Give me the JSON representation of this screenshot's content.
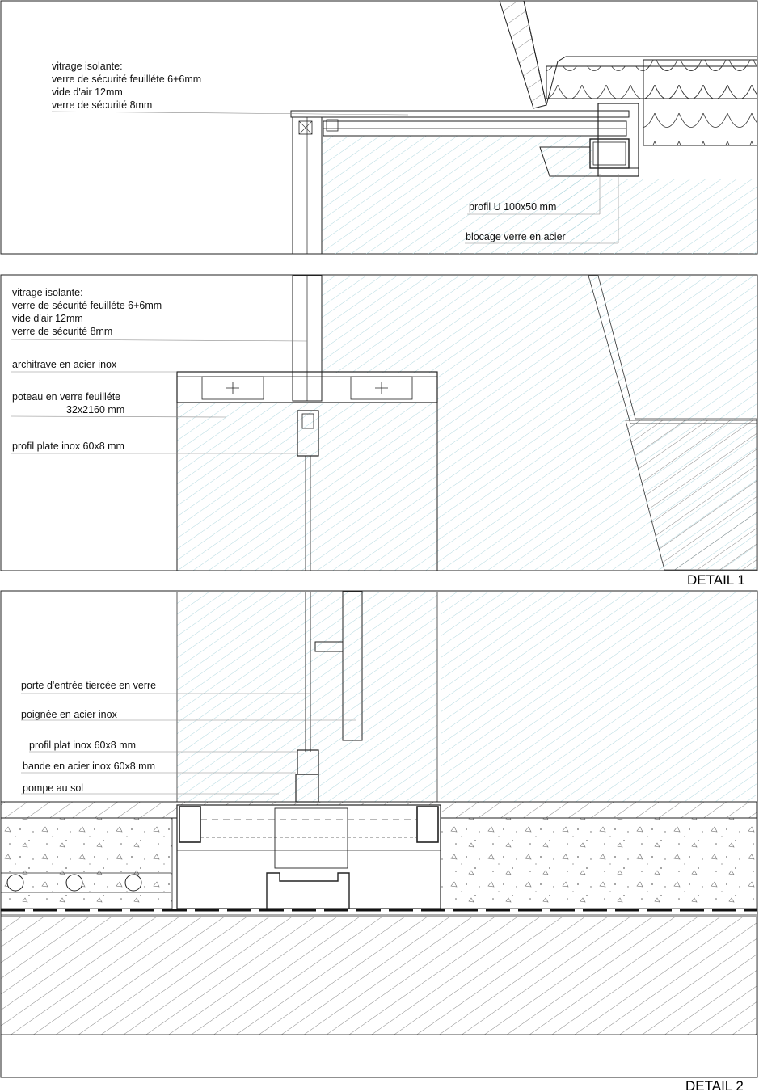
{
  "panel1": {
    "labels": {
      "vitrage_1": "vitrage isolante:",
      "vitrage_2": "verre de sécurité feuilléte 6+6mm",
      "vitrage_3": "vide d'air  12mm",
      "vitrage_4": "verre de sécurité   8mm",
      "profil_u": "profil U 100x50 mm",
      "blocage": "blocage verre en acier"
    }
  },
  "panel2": {
    "labels": {
      "vitrage_1": "vitrage isolante:",
      "vitrage_2": "verre de sécurité feuilléte 6+6mm",
      "vitrage_3": "vide d'air  12mm",
      "vitrage_4": "verre de sécurité  8mm",
      "architrave": "architrave en acier inox",
      "poteau_1": "poteau en verre feuilléte",
      "poteau_2": "32x2160 mm",
      "profil_plate": "profil plate inox 60x8 mm"
    },
    "title": "DETAIL 1"
  },
  "panel3": {
    "labels": {
      "porte": "porte d'entrée tiercée en verre",
      "poignee": "poignée en acier inox",
      "profil_plat": "profil plat inox 60x8 mm",
      "bande": "bande en acier  inox 60x8 mm",
      "pompe": "pompe au sol"
    },
    "title": "DETAIL 2"
  },
  "colors": {
    "line": "#1a1a1a",
    "glass_hatch": "#9fd0d8",
    "section_hatch": "#555555"
  }
}
